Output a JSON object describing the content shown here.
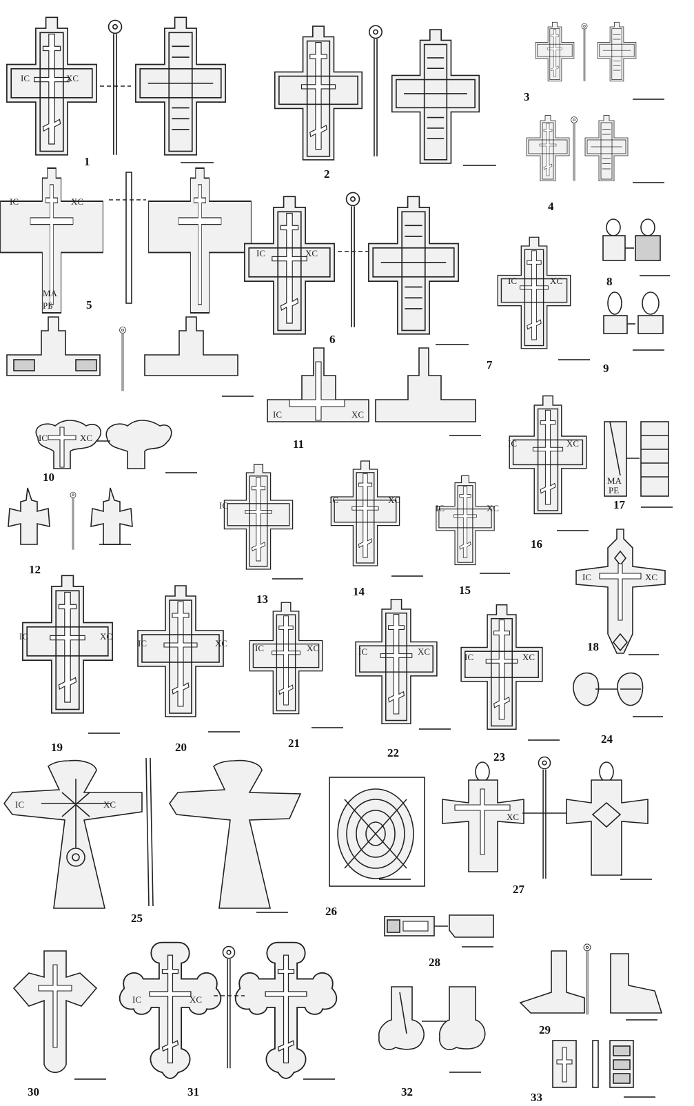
{
  "figure_numbers": [
    "1",
    "2",
    "3",
    "4",
    "5",
    "6",
    "7",
    "8",
    "9",
    "10",
    "11",
    "12",
    "13",
    "14",
    "15",
    "16",
    "17",
    "18",
    "19",
    "20",
    "21",
    "22",
    "23",
    "24",
    "25",
    "26",
    "27",
    "28",
    "29",
    "30",
    "31",
    "32",
    "33"
  ],
  "inscriptions": {
    "ic": "IC",
    "xc": "XC",
    "ma": "MA",
    "rb": "РБ",
    "re": "РЕ",
    "ma_re": "МА РЕ"
  },
  "colors": {
    "ink": "#222222",
    "paper": "#ffffff",
    "shade": "#f1f1f1"
  }
}
